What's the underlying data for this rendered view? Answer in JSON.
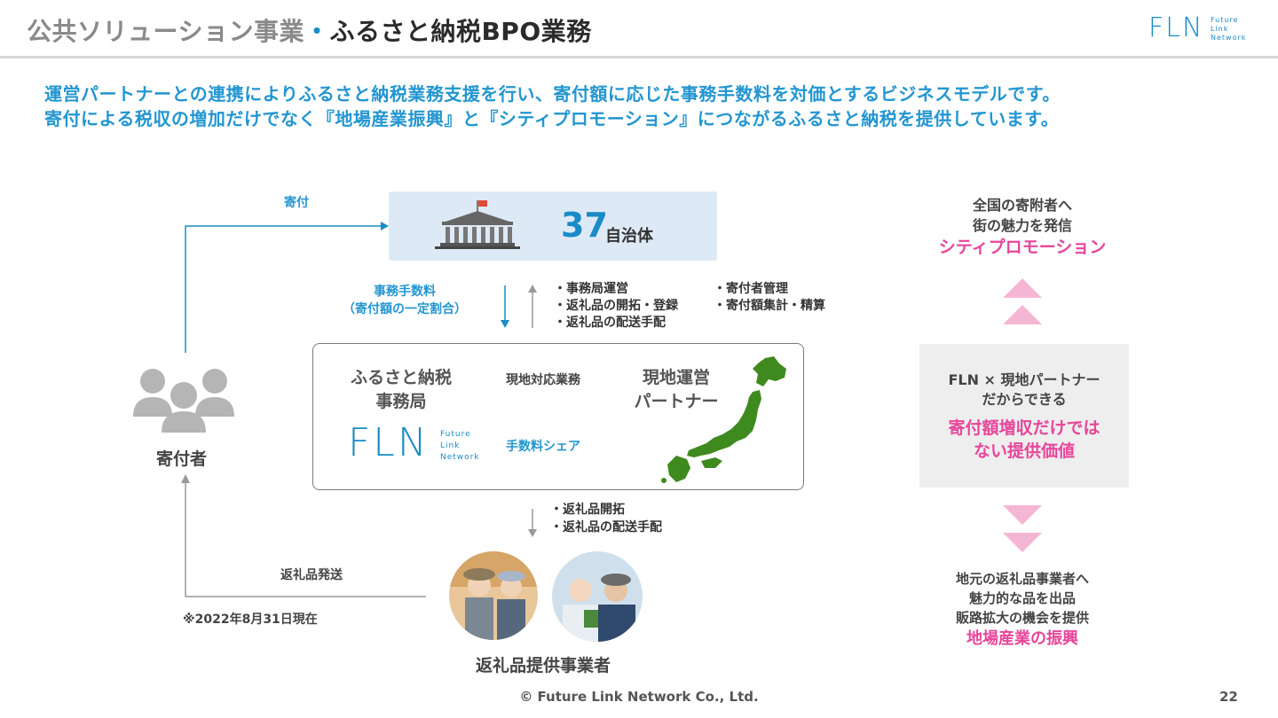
{
  "header": {
    "title_main": "公共ソリューション事業",
    "title_dot": "・",
    "title_sub": "ふるさと納税BPO業務",
    "logo_text": "FLN",
    "logo_small": [
      "Future",
      "Link",
      "Network"
    ]
  },
  "lead": {
    "line1": "運営パートナーとの連携によりふるさと納税業務支援を行い、寄付額に応じた事務手数料を対価とするビジネスモデルです。",
    "line2": "寄付による税収の増加だけでなく『地場産業振興』と『シティプロモーション』につながるふるさと納税を提供しています。"
  },
  "diagram": {
    "donation_label": "寄付",
    "municipalities_count": "37",
    "municipalities_unit": "自治体",
    "fee_label_1": "事務手数料",
    "fee_label_2": "（寄付額の一定割合）",
    "tasks_left": [
      "・事務局運営",
      "・返礼品の開拓・登録",
      "・返礼品の配送手配"
    ],
    "tasks_right": [
      "・寄付者管理",
      "・寄付額集計・精算"
    ],
    "office_1": "ふるさと納税",
    "office_2": "事務局",
    "local_work": "現地対応業務",
    "fee_share": "手数料シェア",
    "partner_1": "現地運営",
    "partner_2": "パートナー",
    "supplier_tasks": [
      "・返礼品開拓",
      "・返礼品の配送手配"
    ],
    "donor_label": "寄付者",
    "gift_shipping": "返礼品発送",
    "as_of_note": "※2022年8月31日現在",
    "supplier_label": "返礼品提供事業者"
  },
  "right_panel": {
    "promo_1": "全国の寄附者へ",
    "promo_2": "街の魅力を発信",
    "promo_highlight": "シティプロモーション",
    "value_1": "FLN × 現地パートナー",
    "value_2": "だからできる",
    "value_highlight_1": "寄付額増収だけでは",
    "value_highlight_2": "ない提供価値",
    "local_1": "地元の返礼品事業者へ",
    "local_2": "魅力的な品を出品",
    "local_3": "販路拡大の機会を提供",
    "local_highlight": "地場産業の振興"
  },
  "footer": {
    "copyright": "© Future Link Network Co., Ltd.",
    "page_number": "22"
  },
  "colors": {
    "accent_blue": "#1a8bc6",
    "highlight_pink": "#e8459a",
    "map_green": "#3f8a1f",
    "arrow_pink": "#f5b6d4"
  }
}
